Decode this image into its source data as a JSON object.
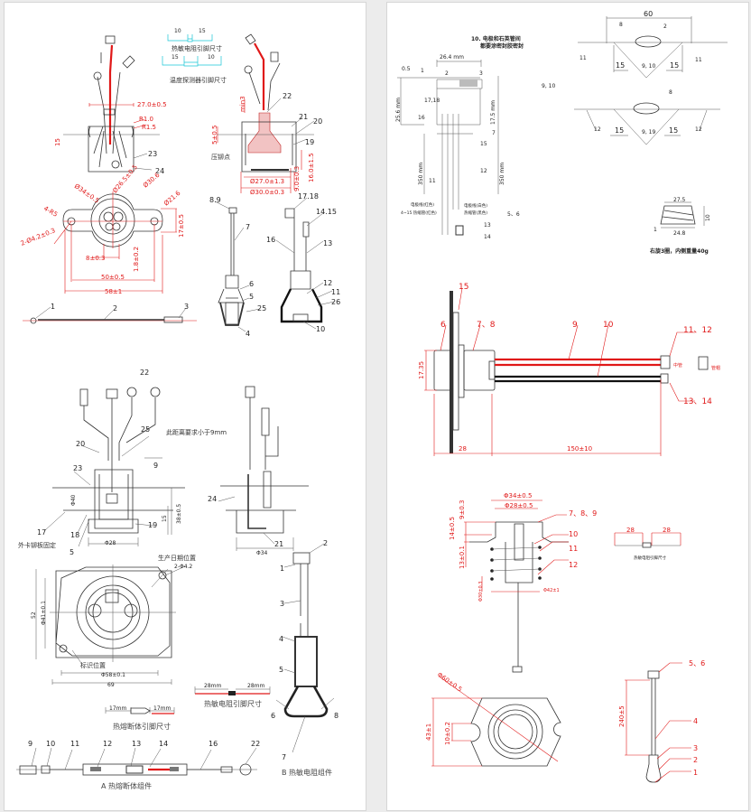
{
  "left_top": {
    "labels": [
      "热敏电阻引脚尺寸",
      "温度探测器引脚尺寸",
      "10",
      "15",
      "15",
      "10",
      "27.0±0.5",
      "R1.0",
      "R1.5",
      "15",
      "22",
      "21",
      "20",
      "19",
      "压铆点",
      "23",
      "24",
      "Ø27.0±1.3",
      "Ø30.0±0.3",
      "16.0±1.5",
      "9.0±0.3",
      "min3",
      "5±0.5"
    ],
    "plate": [
      "4-R5",
      "2-Ø4.2±0.3",
      "17±0.5",
      "8±0.3",
      "1.8±0.2",
      "50±0.5",
      "58±1",
      "Ø34±0.5",
      "Ø26.5±0.5",
      "Ø30.6",
      "Ø21.6"
    ],
    "parts": [
      "1",
      "2",
      "3",
      "8.9",
      "7",
      "6",
      "5",
      "25",
      "4",
      "17.18",
      "14.15",
      "16",
      "13",
      "12",
      "11",
      "26",
      "10"
    ]
  },
  "left_bottom": {
    "labels": [
      "22",
      "25",
      "此距离要求小于9mm",
      "20",
      "9",
      "23",
      "17",
      "18",
      "外卡铆板固定",
      "5",
      "Φ28",
      "19",
      "15",
      "38±0.5",
      "24",
      "21",
      "Φ34",
      "2",
      "1",
      "生产日期位置",
      "2-Φ4.2",
      "52",
      "Φ41±0.1",
      "标识位置",
      "Φ58±0.1",
      "69",
      "3",
      "4",
      "5",
      "28mm",
      "28mm",
      "热敏电阻引脚尺寸",
      "17mm",
      "17mm",
      "热熔断体引脚尺寸",
      "6",
      "8",
      "7",
      "B 热敏电阻组件",
      "9",
      "10",
      "11",
      "12",
      "13",
      "14",
      "16",
      "22",
      "A 热熔断体组件",
      "Φ40"
    ]
  },
  "right_top": {
    "labels": [
      "10. 电极和石英管间",
      "都要涂密封胶密封",
      "26.4 mm",
      "0.5",
      "1",
      "2",
      "3",
      "25.6 mm",
      "17.5 mm",
      "17,18",
      "16",
      "7",
      "15",
      "350 mm",
      "350 mm",
      "11",
      "12",
      "电极线(红色)",
      "4~15 热缩管(红色)",
      "电极线(白色)",
      "热缩管(黑色)",
      "5、6",
      "13",
      "14",
      "9, 10"
    ],
    "wires": [
      "60",
      "8",
      "2",
      "11",
      "15",
      "9, 10",
      "15",
      "11",
      "8",
      "12",
      "15",
      "9, 19",
      "15",
      "12"
    ],
    "spring": [
      "27.5",
      "10",
      "1",
      "24.8",
      "右旋3圈，内侧重量40g"
    ]
  },
  "right_middle": {
    "labels": [
      "15",
      "6",
      "7、8",
      "9",
      "10",
      "11、12",
      "中管",
      "管帽",
      "13、14",
      "17.35",
      "28",
      "150±10"
    ]
  },
  "right_bottom": {
    "labels": [
      "Φ34±0.5",
      "Φ28±0.5",
      "9±0.3",
      "14±0.5",
      "13±0.1",
      "7、8、9",
      "10",
      "11",
      "12",
      "Φ30±0.3",
      "Φ42±1",
      "28",
      "28",
      "热敏电阻引脚尺寸",
      "Φ60±0.5",
      "10±0.2",
      "43±1",
      "5、6",
      "240±5",
      "4",
      "3",
      "2",
      "1"
    ]
  },
  "colors": {
    "dimension": "#e01818",
    "wire_red": "#e01818",
    "wire_black": "#111111",
    "line": "#333333"
  }
}
